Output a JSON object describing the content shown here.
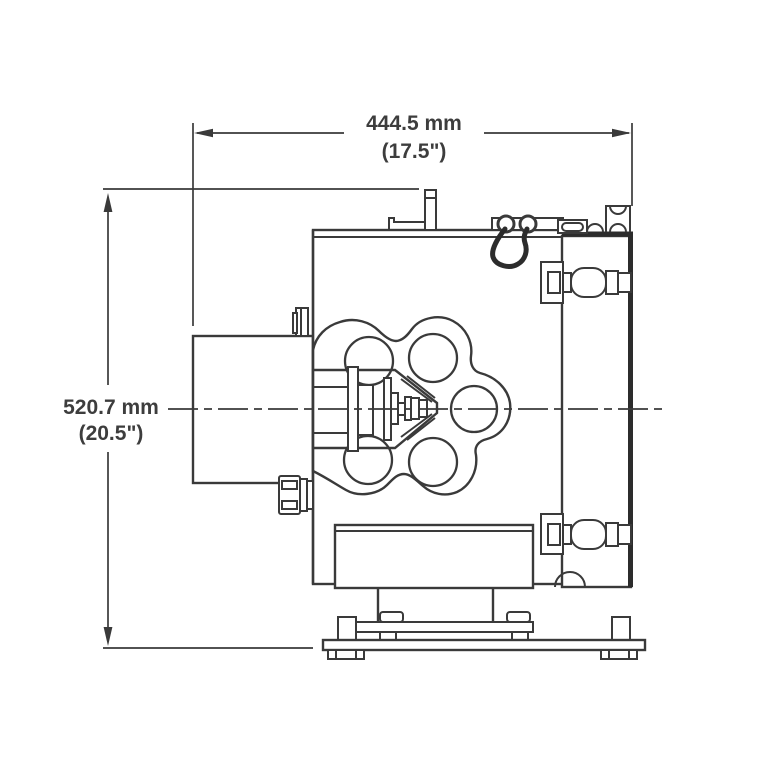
{
  "diagram": {
    "kind": "engineering-dimension-drawing",
    "subject": "pump-side-view",
    "line_color": "#3a3a3a",
    "line_color_dark": "#2c2c2c",
    "text_color": "#3d3d3d",
    "background_color": "#ffffff",
    "width_dimension": {
      "metric": "444.5 mm",
      "imperial": "(17.5\")"
    },
    "height_dimension": {
      "metric": "520.7 mm",
      "imperial": "(20.5\")"
    }
  }
}
